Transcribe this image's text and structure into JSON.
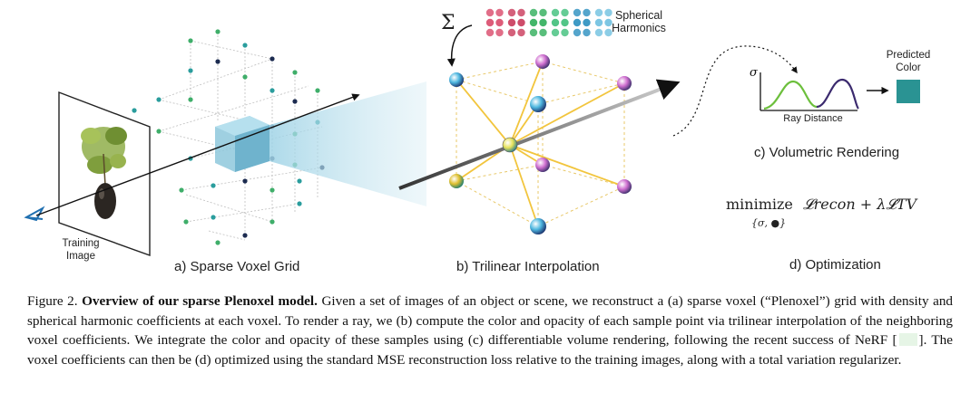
{
  "panels": {
    "a": "a) Sparse Voxel Grid",
    "b": "b) Trilinear Interpolation",
    "c": "c) Volumetric Rendering",
    "d": "d) Optimization"
  },
  "training_image_label": "Training Image",
  "spherical_harmonics_label": "Spherical Harmonics",
  "sigma_symbol": "σ",
  "sum_symbol": "Σ",
  "predicted_color_label": "Predicted Color",
  "ray_distance_label": "Ray Distance",
  "optimization": {
    "minimize": "minimize",
    "loss": "𝓛recon + λ𝓛TV",
    "subscript": "{σ, ●}"
  },
  "caption": {
    "figure_number": "Figure 2.",
    "title": "Overview of our sparse Plenoxel model.",
    "body_1": "Given a set of images of an object or scene, we reconstruct a (a) sparse voxel (“Plenoxel”) grid with density and spherical harmonic coefficients at each voxel. To render a ray, we (b) compute the color and opacity of each sample point via trilinear interpolation of the neighboring voxel coefficients. We integrate the color and opacity of these samples using (c) differentiable volume rendering, following the recent success of NeRF [",
    "body_2": "]. The voxel coefficients can then be (d) optimized using the standard MSE reconstruction loss relative to the training images, along with a total variation regularizer."
  },
  "colors": {
    "teal": "#2a9d9d",
    "blue_cube": "#8ec8dc",
    "navy": "#1c2b50",
    "green_curve": "#6cbf3c",
    "purple_curve": "#3b2a6e",
    "predicted": "#2a9393",
    "yellow": "#f2c53d",
    "camera_blue": "#1f6fb0"
  }
}
